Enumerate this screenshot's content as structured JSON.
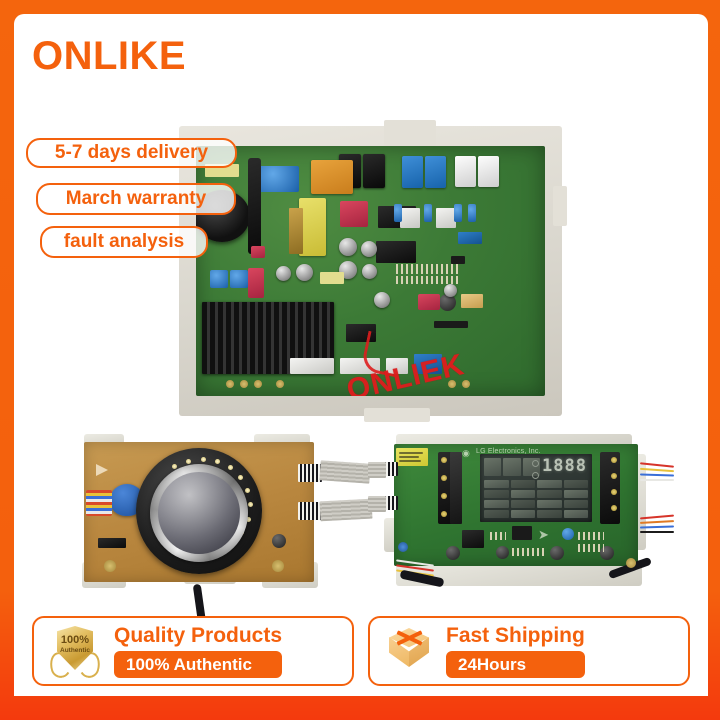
{
  "brand": {
    "name": "ONLIKE",
    "color": "#f4610d"
  },
  "frame": {
    "border_color": "#f4610d",
    "bottom_color": "#f43a0d"
  },
  "promo_badges": [
    {
      "label": "5-7 days delivery"
    },
    {
      "label": "March warranty"
    },
    {
      "label": "fault analysis"
    }
  ],
  "product": {
    "main_board": {
      "name": "washing-machine-main-pcb",
      "watermark": "ONLIEK",
      "watermark_color": "#de1e1e",
      "board_color": "#3c7a36",
      "tray_color": "#ded9d0"
    },
    "left_board": {
      "name": "rotary-dial-control-board",
      "board_color": "#b9873f"
    },
    "right_board": {
      "name": "display-control-board",
      "board_color": "#2f7430",
      "silkscreen": "LG Electronics, Inc.",
      "display_value": "1888"
    }
  },
  "banner": {
    "cards": [
      {
        "icon": "authentic-shield-icon",
        "shield_percent": "100%",
        "shield_word": "Authentic",
        "title": "Quality Products",
        "pill": "100% Authentic"
      },
      {
        "icon": "shipping-box-icon",
        "title": "Fast Shipping",
        "pill": "24Hours"
      }
    ]
  }
}
